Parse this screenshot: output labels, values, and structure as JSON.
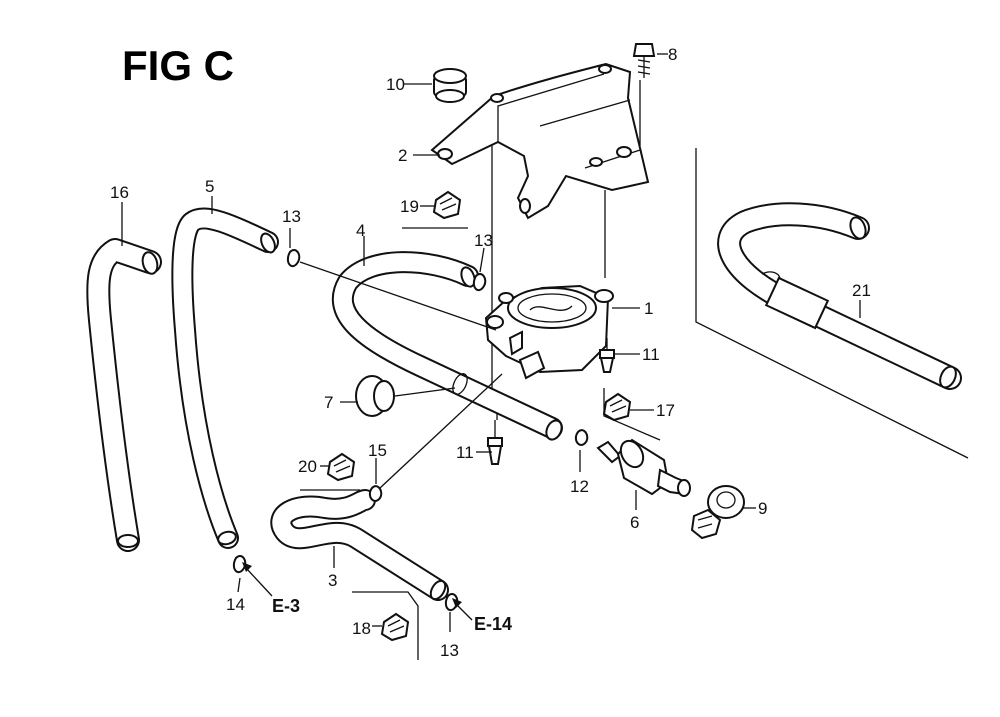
{
  "figure": {
    "title": "FIG C",
    "callouts": {
      "p1": "1",
      "p2": "2",
      "p3": "3",
      "p4": "4",
      "p5": "5",
      "p6": "6",
      "p7": "7",
      "p8": "8",
      "p9": "9",
      "p10": "10",
      "p11a": "11",
      "p11b": "11",
      "p12": "12",
      "p13a": "13",
      "p13b": "13",
      "p13c": "13",
      "p14": "14",
      "p15": "15",
      "p16": "16",
      "p17": "17",
      "p18": "18",
      "p19": "19",
      "p20": "20",
      "p21": "21"
    },
    "references": {
      "e3": "E-3",
      "e14": "E-14"
    }
  }
}
